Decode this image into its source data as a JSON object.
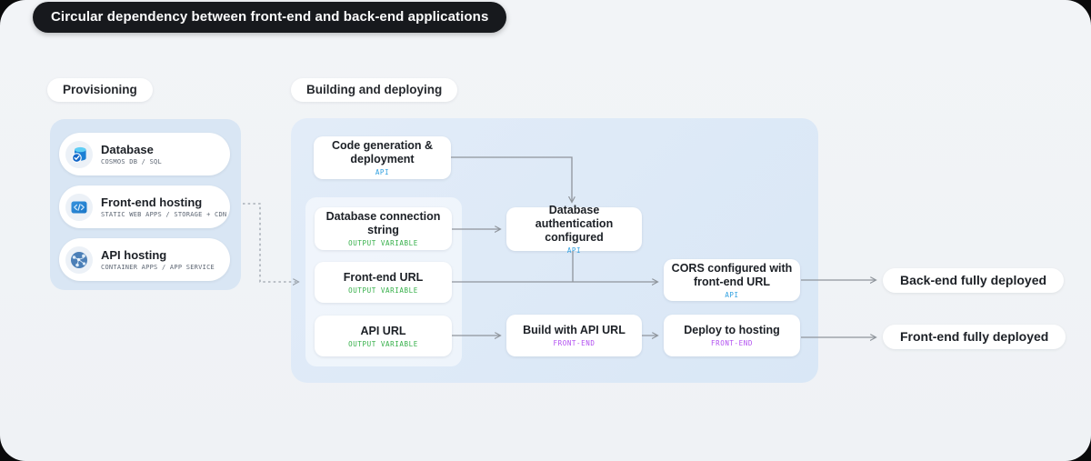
{
  "title": "Circular dependency between front-end and back-end applications",
  "sections": {
    "provisioning": {
      "label": "Provisioning",
      "items": [
        {
          "title": "Database",
          "subtitle": "COSMOS DB / SQL",
          "icon": "database-icon"
        },
        {
          "title": "Front-end hosting",
          "subtitle": "STATIC WEB APPS / STORAGE + CDN",
          "icon": "code-window-icon"
        },
        {
          "title": "API hosting",
          "subtitle": "CONTAINER APPS / APP SERVICE",
          "icon": "globe-icon"
        }
      ]
    },
    "building": {
      "label": "Building and deploying",
      "nodes": {
        "code_generation": {
          "title": "Code generation & deployment",
          "tag": "API",
          "tag_type": "api"
        },
        "db_connection_string": {
          "title": "Database connection string",
          "tag": "OUTPUT VARIABLE",
          "tag_type": "output-variable"
        },
        "front_end_url": {
          "title": "Front-end URL",
          "tag": "OUTPUT VARIABLE",
          "tag_type": "output-variable"
        },
        "api_url": {
          "title": "API URL",
          "tag": "OUTPUT VARIABLE",
          "tag_type": "output-variable"
        },
        "db_auth": {
          "title": "Database authentication configured",
          "tag": "API",
          "tag_type": "api"
        },
        "cors": {
          "title": "CORS configured with front-end URL",
          "tag": "API",
          "tag_type": "api"
        },
        "build_with_api_url": {
          "title": "Build with API URL",
          "tag": "FRONT-END",
          "tag_type": "front-end"
        },
        "deploy_to_hosting": {
          "title": "Deploy to hosting",
          "tag": "FRONT-END",
          "tag_type": "front-end"
        }
      }
    }
  },
  "results": [
    {
      "label": "Back-end fully deployed"
    },
    {
      "label": "Front-end fully deployed"
    }
  ],
  "edges": [
    {
      "from": "code_generation",
      "to": "db_auth",
      "style": "solid"
    },
    {
      "from": "db_connection_string",
      "to": "db_auth",
      "style": "solid"
    },
    {
      "from": "db_auth",
      "to": "cors",
      "style": "solid"
    },
    {
      "from": "front_end_url",
      "to": "cors",
      "style": "solid"
    },
    {
      "from": "api_url",
      "to": "build_with_api_url",
      "style": "solid"
    },
    {
      "from": "build_with_api_url",
      "to": "deploy_to_hosting",
      "style": "solid"
    },
    {
      "from": "cors",
      "to": "back_end_fully_deployed",
      "style": "solid"
    },
    {
      "from": "deploy_to_hosting",
      "to": "front_end_fully_deployed",
      "style": "solid"
    },
    {
      "from": "provisioning_panel",
      "to": "output_variables_group",
      "style": "dashed"
    }
  ],
  "colors": {
    "outer_bg": "#0a0a0b",
    "canvas_bg": "#f1f3f6",
    "panel_bg": "#d9e6f4",
    "title_pill_bg": "#17191d",
    "tag_api": "#2e9fe0",
    "tag_output_variable": "#34af48",
    "tag_front_end": "#b14ef0",
    "arrow": "#8f959c",
    "icon_blue": "#1b7fd4"
  }
}
